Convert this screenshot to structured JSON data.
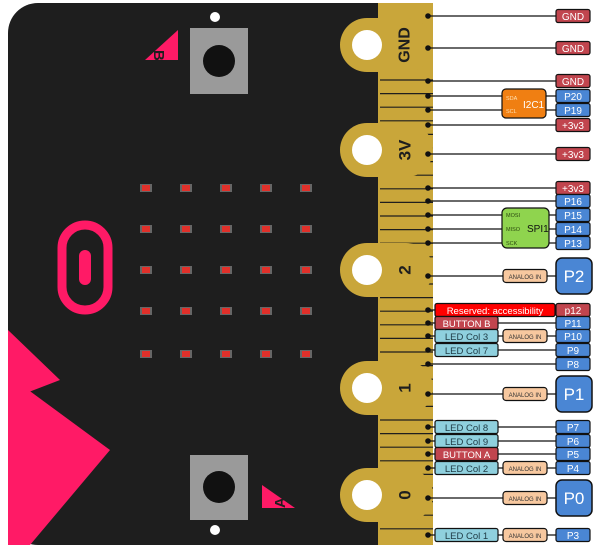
{
  "board": {
    "button_a_label": "A",
    "button_b_label": "B"
  },
  "pads": [
    {
      "label": "GND"
    },
    {
      "label": "3V"
    },
    {
      "label": "2"
    },
    {
      "label": "1"
    },
    {
      "label": "0"
    }
  ],
  "pins": [
    {
      "label": "GND",
      "kind": "power-gnd"
    },
    {
      "label": "GND",
      "kind": "power-gnd"
    },
    {
      "label": "GND",
      "kind": "power-gnd"
    },
    {
      "label": "P20",
      "kind": "gpio"
    },
    {
      "label": "P19",
      "kind": "gpio"
    },
    {
      "label": "+3v3",
      "kind": "power"
    },
    {
      "label": "+3v3",
      "kind": "power"
    },
    {
      "label": "+3v3",
      "kind": "power"
    },
    {
      "label": "P16",
      "kind": "gpio"
    },
    {
      "label": "P15",
      "kind": "gpio"
    },
    {
      "label": "P14",
      "kind": "gpio"
    },
    {
      "label": "P13",
      "kind": "gpio"
    },
    {
      "label": "P2",
      "kind": "big",
      "analog": "ANALOG IN"
    },
    {
      "label": "p12",
      "kind": "power",
      "func": "Reserved: accessibility",
      "func_kind": "reserved"
    },
    {
      "label": "P11",
      "kind": "gpio",
      "func": "BUTTON B",
      "func_kind": "button"
    },
    {
      "label": "P10",
      "kind": "gpio",
      "func": "LED Col 3",
      "func_kind": "led",
      "analog": "ANALOG IN"
    },
    {
      "label": "P9",
      "kind": "gpio",
      "func": "LED Col 7",
      "func_kind": "led"
    },
    {
      "label": "P8",
      "kind": "gpio"
    },
    {
      "label": "P1",
      "kind": "big",
      "analog": "ANALOG IN"
    },
    {
      "label": "P7",
      "kind": "gpio",
      "func": "LED Col 8",
      "func_kind": "led"
    },
    {
      "label": "P6",
      "kind": "gpio",
      "func": "LED Col 9",
      "func_kind": "led"
    },
    {
      "label": "P5",
      "kind": "gpio",
      "func": "BUTTON A",
      "func_kind": "button"
    },
    {
      "label": "P4",
      "kind": "gpio",
      "func": "LED Col 2",
      "func_kind": "led",
      "analog": "ANALOG IN"
    },
    {
      "label": "P0",
      "kind": "big",
      "analog": "ANALOG IN"
    },
    {
      "label": "P3",
      "kind": "gpio",
      "func": "LED Col 1",
      "func_kind": "led",
      "analog": "ANALOG IN"
    }
  ],
  "i2c": {
    "label": "I2C1",
    "sda": "SDA",
    "scl": "SCL"
  },
  "spi": {
    "label": "SPI1",
    "mosi": "MOSI",
    "miso": "MISO",
    "sck": "SCK"
  },
  "colors": {
    "board": "#1e1e1e",
    "gold": "#c9a63a",
    "accent_pink": "#ff1a66",
    "gnd_power": "#c1454e",
    "gpio": "#4a86d4",
    "led": "#8fd0de",
    "button": "#c1454e",
    "reserved": "#ff0000",
    "analog": "#f7c89f",
    "i2c": "#f07f12",
    "spi": "#8fd44e"
  }
}
